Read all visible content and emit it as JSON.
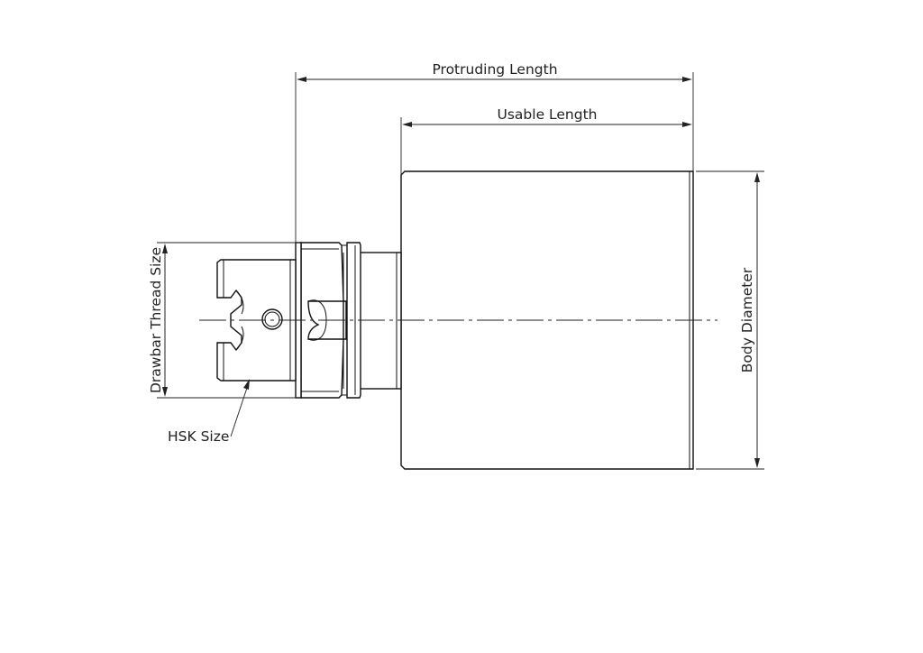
{
  "labels": {
    "protruding_length": "Protruding Length",
    "usable_length": "Usable Length",
    "body_diameter": "Body Diameter",
    "drawbar_thread_size": "Drawbar Thread Size",
    "hsk_size": "HSK Size"
  }
}
